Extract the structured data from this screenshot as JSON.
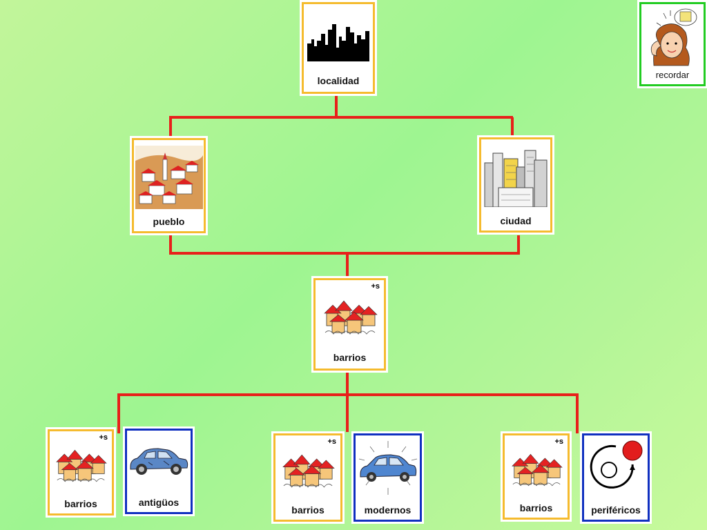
{
  "nodes": {
    "localidad": {
      "label": "localidad",
      "icon": "city-skyline-icon"
    },
    "pueblo": {
      "label": "pueblo",
      "icon": "village-icon"
    },
    "ciudad": {
      "label": "ciudad",
      "icon": "skyscrapers-icon"
    },
    "barrios_center": {
      "label": "barrios",
      "icon": "houses-icon",
      "badge": "+s"
    },
    "barrios_1": {
      "label": "barrios",
      "icon": "houses-icon",
      "badge": "+s"
    },
    "antiguos": {
      "label": "antigüos",
      "icon": "old-car-icon"
    },
    "barrios_2": {
      "label": "barrios",
      "icon": "houses-icon",
      "badge": "+s"
    },
    "modernos": {
      "label": "modernos",
      "icon": "new-car-icon"
    },
    "barrios_3": {
      "label": "barrios",
      "icon": "houses-icon",
      "badge": "+s"
    },
    "perifericos": {
      "label": "periféricos",
      "icon": "periphery-circle-icon"
    }
  },
  "recordar": {
    "label": "recordar",
    "icon": "remember-girl-icon"
  },
  "colors": {
    "connector": "#e8201a",
    "card_border": "#f5bb2e",
    "adjective_border": "#1030c0",
    "recordar_border": "#22cc22"
  }
}
